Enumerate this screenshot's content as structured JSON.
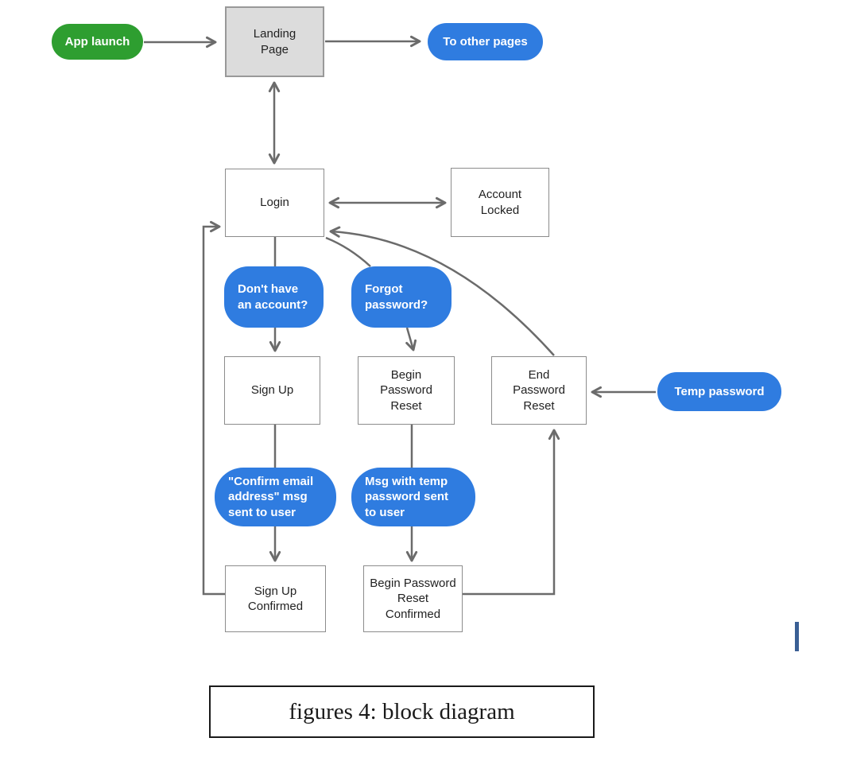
{
  "colors": {
    "pill_blue": "#2F7CE0",
    "pill_green": "#2E9E30",
    "arrow": "#6b6b6b",
    "box_border": "#8c8c8c",
    "landing_fill": "#dcdcdc",
    "cursor_blue": "#3A5F94"
  },
  "diagram": {
    "nodes": {
      "app_launch": "App launch",
      "landing_page": "Landing\nPage",
      "to_other_pages": "To other pages",
      "login": "Login",
      "account_locked": "Account\nLocked",
      "dont_have_account": "Don't have\nan account?",
      "forgot_password": "Forgot\npassword?",
      "sign_up": "Sign Up",
      "begin_password_reset": "Begin\nPassword\nReset",
      "end_password_reset": "End\nPassword\nReset",
      "temp_password": "Temp password",
      "confirm_email_msg": "\"Confirm email\naddress\" msg\nsent to user",
      "msg_temp_password": "Msg with temp\npassword sent\nto user",
      "sign_up_confirmed": "Sign Up\nConfirmed",
      "begin_password_reset_confirmed": "Begin Password\nReset\nConfirmed"
    }
  },
  "caption": {
    "text": "figures 4: block diagram"
  }
}
